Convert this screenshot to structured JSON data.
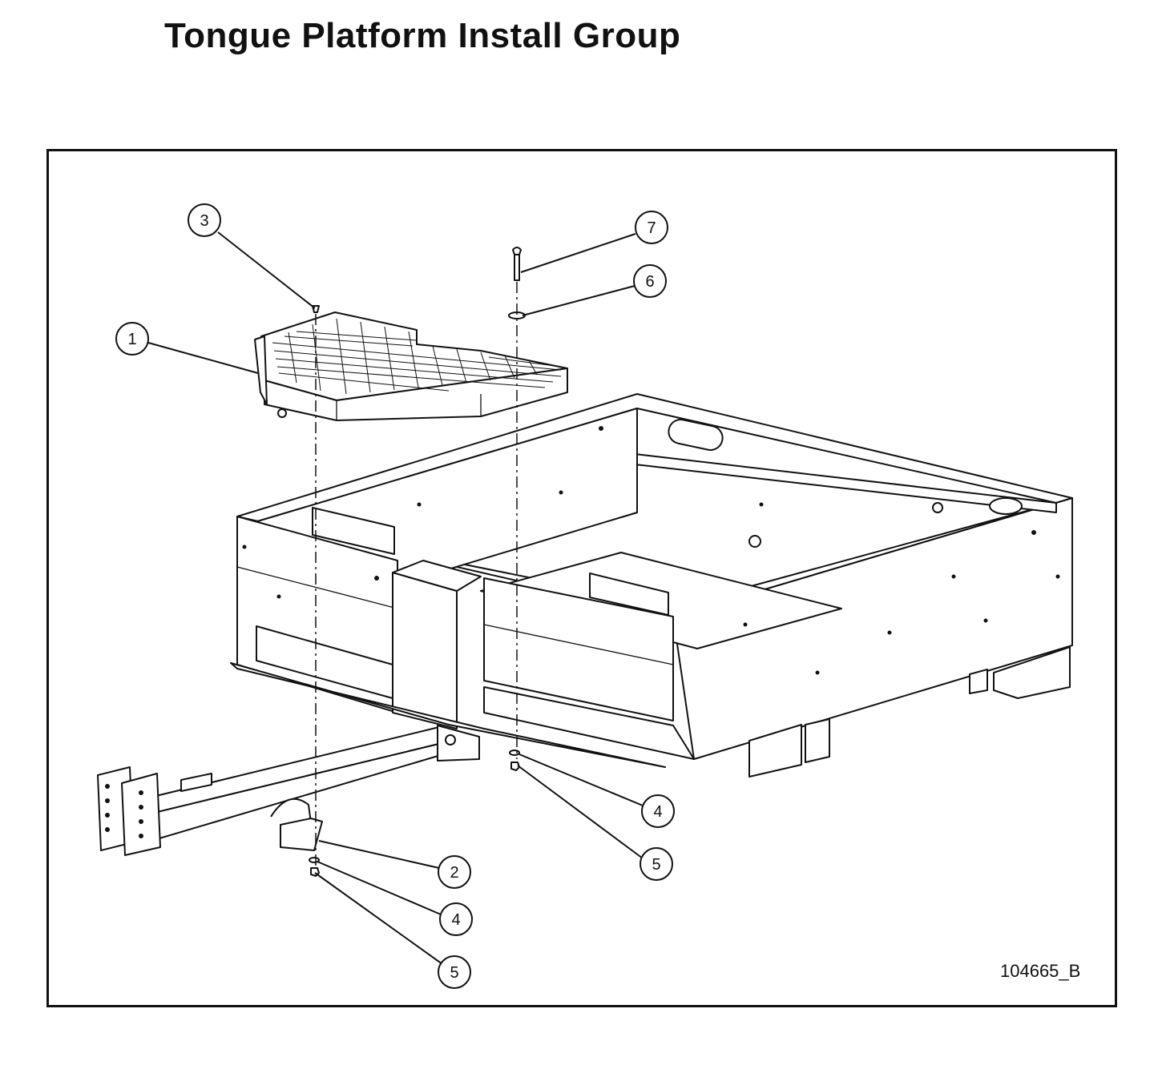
{
  "title": "Tongue Platform Install Group",
  "drawing_number": "104665_B",
  "callouts": [
    {
      "id": "callout-1",
      "label": "1"
    },
    {
      "id": "callout-2",
      "label": "2"
    },
    {
      "id": "callout-3",
      "label": "3"
    },
    {
      "id": "callout-4a",
      "label": "4"
    },
    {
      "id": "callout-4b",
      "label": "4"
    },
    {
      "id": "callout-5a",
      "label": "5"
    },
    {
      "id": "callout-5b",
      "label": "5"
    },
    {
      "id": "callout-6",
      "label": "6"
    },
    {
      "id": "callout-7",
      "label": "7"
    }
  ]
}
